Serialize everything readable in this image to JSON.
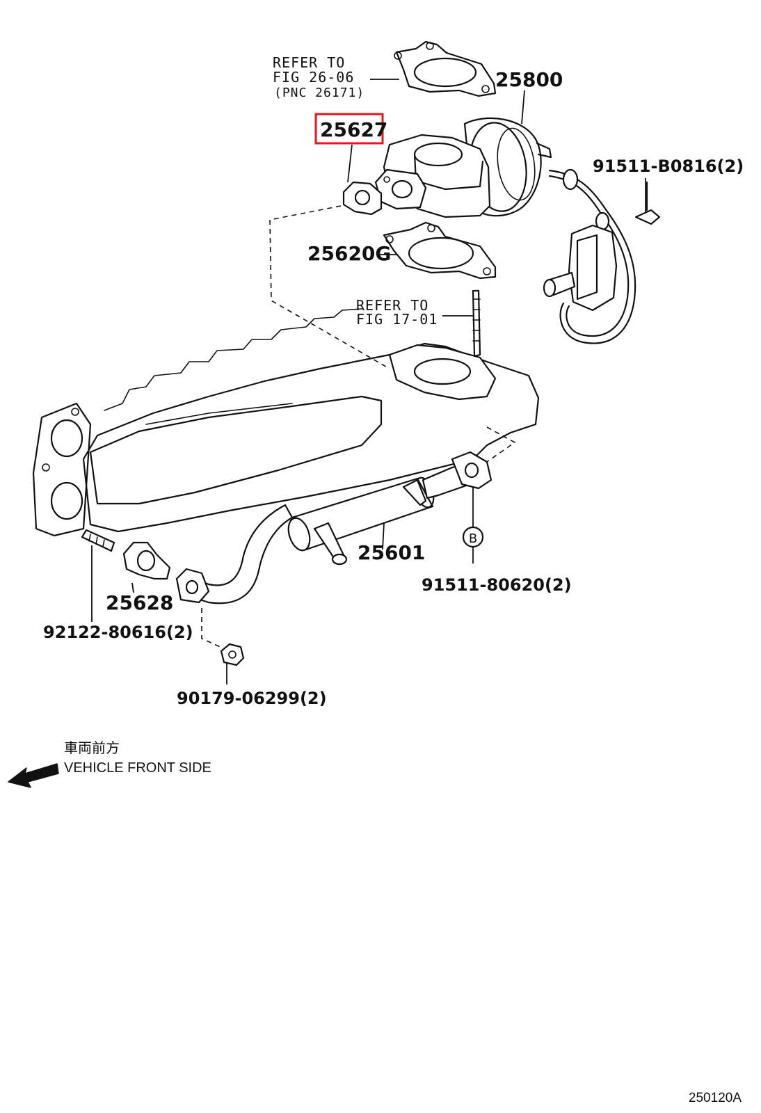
{
  "parts": {
    "egr_valve": "25800",
    "gasket_highlighted": "25627",
    "gasket_lower": "25620G",
    "egr_cooler": "25601",
    "gasket_small": "25628",
    "stud": "92122-80616(2)",
    "nut": "90179-06299(2)",
    "bolt_b": "91511-80620(2)",
    "bolt_vsv": "91511-B0816(2)"
  },
  "references": {
    "ref1_line1": "REFER TO",
    "ref1_line2": "FIG 26-06",
    "ref1_line3": "(PNC 26171)",
    "ref2_line1": "REFER TO",
    "ref2_line2": "FIG 17-01"
  },
  "callout_b": "B",
  "direction": {
    "japanese": "車両前方",
    "english": "VEHICLE FRONT SIDE"
  },
  "figure_id": "250120A",
  "colors": {
    "highlight": "#e8141b",
    "ink": "#111111"
  }
}
